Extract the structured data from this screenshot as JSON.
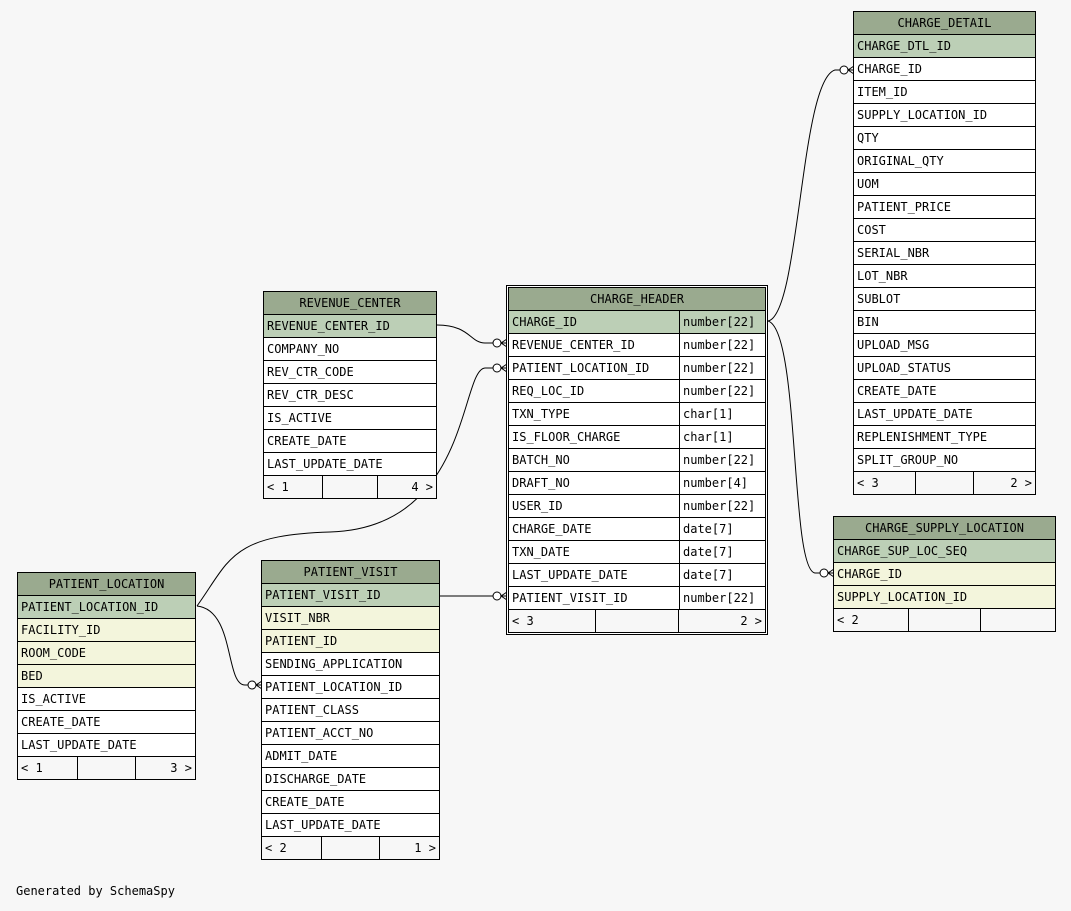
{
  "footer_note": "Generated by SchemaSpy",
  "colors": {
    "background": "#f7f7f7",
    "header": "#9aaa8f",
    "primary_key": "#bccfb6",
    "foreign_key": "#f3f5dc",
    "column": "#ffffff"
  },
  "tables": [
    {
      "id": "charge_detail",
      "name": "CHARGE_DETAIL",
      "focus": false,
      "columns": [
        {
          "name": "CHARGE_DTL_ID",
          "kind": "pk"
        },
        {
          "name": "CHARGE_ID",
          "kind": "plain"
        },
        {
          "name": "ITEM_ID",
          "kind": "plain"
        },
        {
          "name": "SUPPLY_LOCATION_ID",
          "kind": "plain"
        },
        {
          "name": "QTY",
          "kind": "plain"
        },
        {
          "name": "ORIGINAL_QTY",
          "kind": "plain"
        },
        {
          "name": "UOM",
          "kind": "plain"
        },
        {
          "name": "PATIENT_PRICE",
          "kind": "plain"
        },
        {
          "name": "COST",
          "kind": "plain"
        },
        {
          "name": "SERIAL_NBR",
          "kind": "plain"
        },
        {
          "name": "LOT_NBR",
          "kind": "plain"
        },
        {
          "name": "SUBLOT",
          "kind": "plain"
        },
        {
          "name": "BIN",
          "kind": "plain"
        },
        {
          "name": "UPLOAD_MSG",
          "kind": "plain"
        },
        {
          "name": "UPLOAD_STATUS",
          "kind": "plain"
        },
        {
          "name": "CREATE_DATE",
          "kind": "plain"
        },
        {
          "name": "LAST_UPDATE_DATE",
          "kind": "plain"
        },
        {
          "name": "REPLENISHMENT_TYPE",
          "kind": "plain"
        },
        {
          "name": "SPLIT_GROUP_NO",
          "kind": "plain"
        }
      ],
      "footer": {
        "left": "< 3",
        "right": "2 >"
      }
    },
    {
      "id": "revenue_center",
      "name": "REVENUE_CENTER",
      "focus": false,
      "columns": [
        {
          "name": "REVENUE_CENTER_ID",
          "kind": "pk"
        },
        {
          "name": "COMPANY_NO",
          "kind": "plain"
        },
        {
          "name": "REV_CTR_CODE",
          "kind": "plain"
        },
        {
          "name": "REV_CTR_DESC",
          "kind": "plain"
        },
        {
          "name": "IS_ACTIVE",
          "kind": "plain"
        },
        {
          "name": "CREATE_DATE",
          "kind": "plain"
        },
        {
          "name": "LAST_UPDATE_DATE",
          "kind": "plain"
        }
      ],
      "footer": {
        "left": "< 1",
        "right": "4 >"
      }
    },
    {
      "id": "charge_header",
      "name": "CHARGE_HEADER",
      "focus": true,
      "columns": [
        {
          "name": "CHARGE_ID",
          "type": "number[22]",
          "kind": "pk"
        },
        {
          "name": "REVENUE_CENTER_ID",
          "type": "number[22]",
          "kind": "plain"
        },
        {
          "name": "PATIENT_LOCATION_ID",
          "type": "number[22]",
          "kind": "plain"
        },
        {
          "name": "REQ_LOC_ID",
          "type": "number[22]",
          "kind": "plain"
        },
        {
          "name": "TXN_TYPE",
          "type": "char[1]",
          "kind": "plain"
        },
        {
          "name": "IS_FLOOR_CHARGE",
          "type": "char[1]",
          "kind": "plain"
        },
        {
          "name": "BATCH_NO",
          "type": "number[22]",
          "kind": "plain"
        },
        {
          "name": "DRAFT_NO",
          "type": "number[4]",
          "kind": "plain"
        },
        {
          "name": "USER_ID",
          "type": "number[22]",
          "kind": "plain"
        },
        {
          "name": "CHARGE_DATE",
          "type": "date[7]",
          "kind": "plain"
        },
        {
          "name": "TXN_DATE",
          "type": "date[7]",
          "kind": "plain"
        },
        {
          "name": "LAST_UPDATE_DATE",
          "type": "date[7]",
          "kind": "plain"
        },
        {
          "name": "PATIENT_VISIT_ID",
          "type": "number[22]",
          "kind": "plain"
        }
      ],
      "footer": {
        "left": "< 3",
        "right": "2 >"
      }
    },
    {
      "id": "charge_supply_location",
      "name": "CHARGE_SUPPLY_LOCATION",
      "focus": false,
      "columns": [
        {
          "name": "CHARGE_SUP_LOC_SEQ",
          "kind": "pk"
        },
        {
          "name": "CHARGE_ID",
          "kind": "fk"
        },
        {
          "name": "SUPPLY_LOCATION_ID",
          "kind": "fk"
        }
      ],
      "footer": {
        "left": "< 2",
        "right": ""
      }
    },
    {
      "id": "patient_location",
      "name": "PATIENT_LOCATION",
      "focus": false,
      "columns": [
        {
          "name": "PATIENT_LOCATION_ID",
          "kind": "pk"
        },
        {
          "name": "FACILITY_ID",
          "kind": "fk"
        },
        {
          "name": "ROOM_CODE",
          "kind": "fk"
        },
        {
          "name": "BED",
          "kind": "fk"
        },
        {
          "name": "IS_ACTIVE",
          "kind": "plain"
        },
        {
          "name": "CREATE_DATE",
          "kind": "plain"
        },
        {
          "name": "LAST_UPDATE_DATE",
          "kind": "plain"
        }
      ],
      "footer": {
        "left": "< 1",
        "right": "3 >"
      }
    },
    {
      "id": "patient_visit",
      "name": "PATIENT_VISIT",
      "focus": false,
      "columns": [
        {
          "name": "PATIENT_VISIT_ID",
          "kind": "pk"
        },
        {
          "name": "VISIT_NBR",
          "kind": "fk"
        },
        {
          "name": "PATIENT_ID",
          "kind": "fk"
        },
        {
          "name": "SENDING_APPLICATION",
          "kind": "plain"
        },
        {
          "name": "PATIENT_LOCATION_ID",
          "kind": "plain"
        },
        {
          "name": "PATIENT_CLASS",
          "kind": "plain"
        },
        {
          "name": "PATIENT_ACCT_NO",
          "kind": "plain"
        },
        {
          "name": "ADMIT_DATE",
          "kind": "plain"
        },
        {
          "name": "DISCHARGE_DATE",
          "kind": "plain"
        },
        {
          "name": "CREATE_DATE",
          "kind": "plain"
        },
        {
          "name": "LAST_UPDATE_DATE",
          "kind": "plain"
        }
      ],
      "footer": {
        "left": "< 2",
        "right": "1 >"
      }
    }
  ]
}
